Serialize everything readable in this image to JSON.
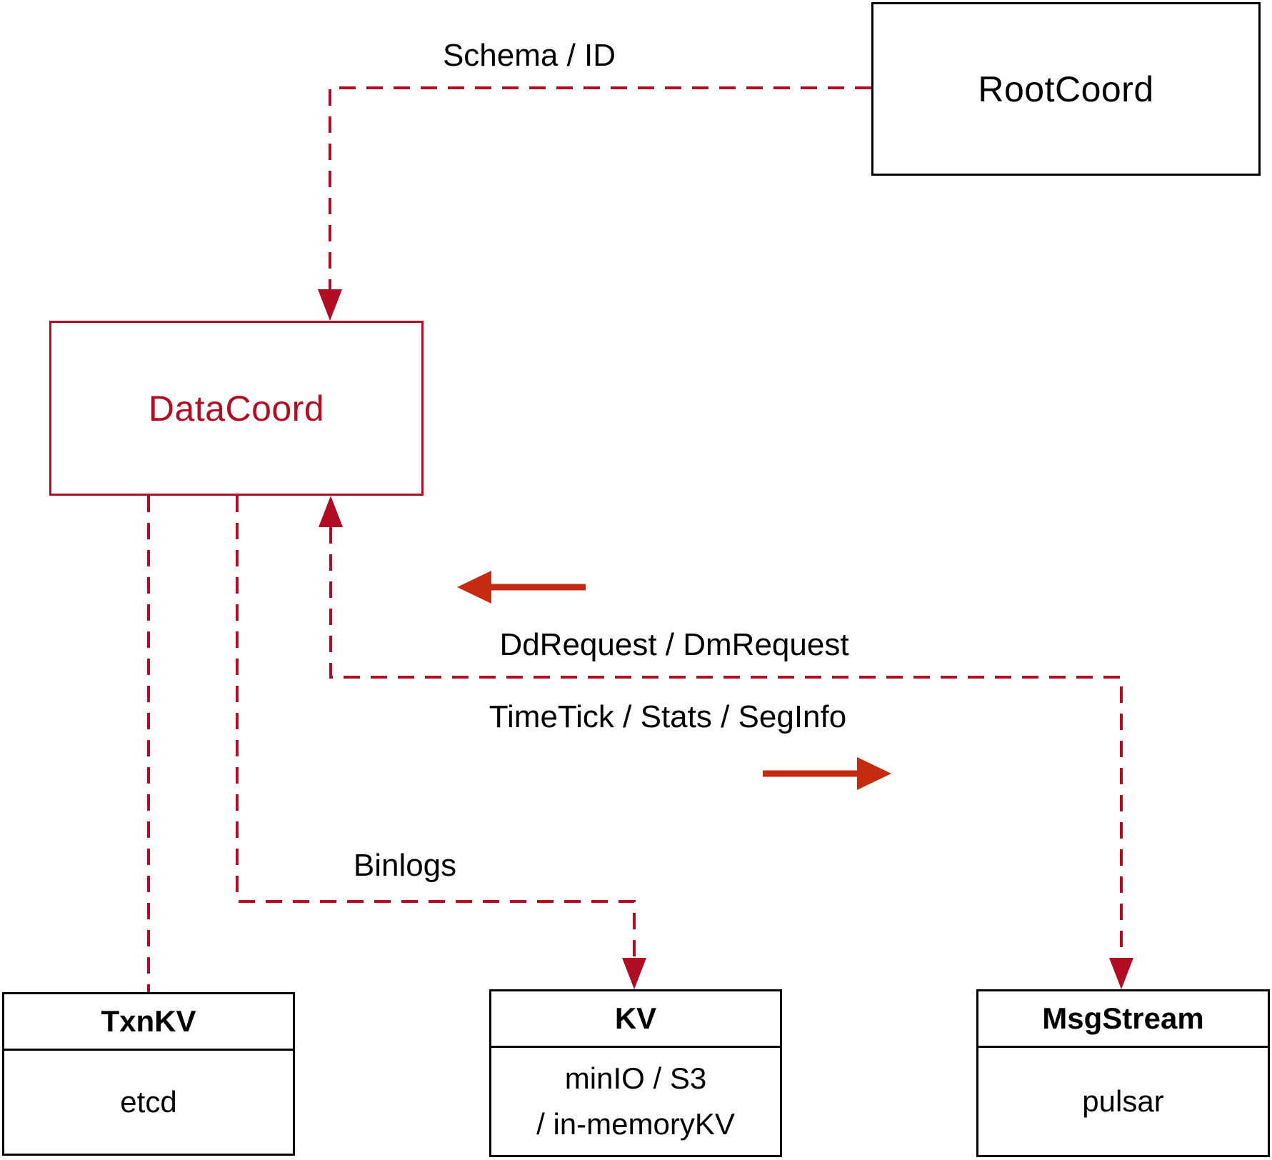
{
  "colors": {
    "line_crimson": "#b00c23",
    "arrow_red": "#c52b10",
    "box_black": "#000000",
    "text_black": "#000000"
  },
  "nodes": {
    "rootcoord": {
      "label": "RootCoord"
    },
    "datacoord": {
      "label": "DataCoord"
    },
    "txnkv": {
      "title": "TxnKV",
      "body_lines": [
        "etcd"
      ]
    },
    "kv": {
      "title": "KV",
      "body_lines": [
        "minIO / S3",
        "/ in-memoryKV"
      ]
    },
    "msgstream": {
      "title": "MsgStream",
      "body_lines": [
        "pulsar"
      ]
    }
  },
  "edge_labels": {
    "schema_id": "Schema / ID",
    "dd_request": "DdRequest / DmRequest",
    "time_tick": "TimeTick / Stats / SegInfo",
    "binlogs": "Binlogs"
  }
}
